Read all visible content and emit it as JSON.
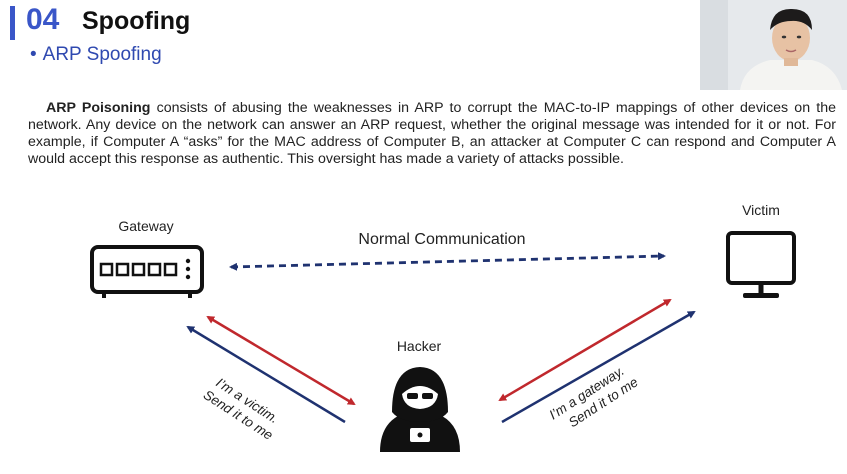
{
  "header": {
    "section_number": "04",
    "section_title": "Spoofing",
    "subtitle": "ARP Spoofing"
  },
  "paragraph": {
    "term": "ARP Poisoning",
    "body": " consists of abusing the weaknesses in ARP to corrupt the MAC-to-IP mappings of other devices on the network. Any device on the network can answer an ARP request, whether the original message was intended for it or not. For example, if Computer A “asks” for the MAC address of Computer B, an attacker at Computer C can respond and Computer A would accept this response as authentic. This oversight has made a variety of attacks possible."
  },
  "diagram": {
    "gateway_label": "Gateway",
    "victim_label": "Victim",
    "hacker_label": "Hacker",
    "normal_comm_label": "Normal Communication",
    "left_message_line1": "I’m a victim.",
    "left_message_line2": "Send it to me",
    "right_message_line1": "I’m a gateway.",
    "right_message_line2": "Send it to me",
    "colors": {
      "red_arrow": "#c0282d",
      "blue_arrow": "#1f3270",
      "dashed_arrow": "#1f3270"
    }
  },
  "icons": {
    "gateway": "router-icon",
    "victim": "monitor-icon",
    "hacker": "hacker-icon"
  }
}
